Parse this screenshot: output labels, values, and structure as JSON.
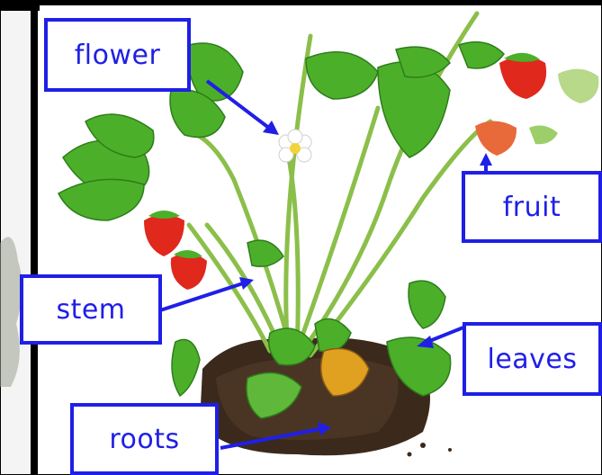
{
  "labels": {
    "flower": "flower",
    "fruit": "fruit",
    "stem": "stem",
    "leaves": "leaves",
    "roots": "roots"
  },
  "colors": {
    "label_blue": "#1f1fe6",
    "frame_black": "#000000",
    "leaf_green": "#4caf2a",
    "stem_green": "#8bbf4a",
    "berry_red": "#e0281c",
    "soil_brown": "#3b2a1c"
  }
}
